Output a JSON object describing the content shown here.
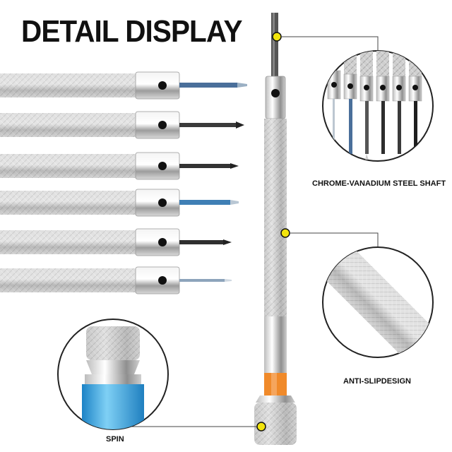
{
  "title": "DETAIL DISPLAY",
  "callouts": {
    "shaft": "CHROME-VANADIUM STEEL SHAFT",
    "grip": "ANTI-SLIPDESIGN",
    "spin": "SPIN"
  },
  "colors": {
    "accent_dot": "#f2e40c",
    "blue_collar": "#3aa6e0",
    "orange_band": "#f08a2a",
    "silver": "#c9c9c9"
  },
  "screwdrivers": [
    {
      "tip": "flat",
      "shaft_color": "#4a6f9a"
    },
    {
      "tip": "phillips",
      "shaft_color": "#3a3a3a"
    },
    {
      "tip": "phillips",
      "shaft_color": "#333333"
    },
    {
      "tip": "flat",
      "shaft_color": "#3f7fb5"
    },
    {
      "tip": "phillips",
      "shaft_color": "#2f2f2f"
    },
    {
      "tip": "flat",
      "shaft_color": "#8da4bb"
    }
  ]
}
